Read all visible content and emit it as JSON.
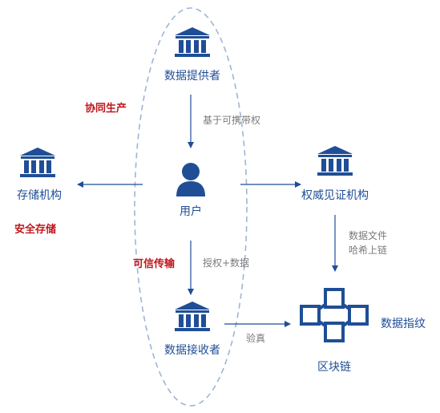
{
  "nodes": {
    "provider": "数据提供者",
    "user": "用户",
    "receiver": "数据接收者",
    "storage": "存储机构",
    "authority": "权威见证机构",
    "blockchain": "区块链"
  },
  "edges": {
    "portable_rights": "基于可携带权",
    "auth_data": "授权+数据",
    "verify": "验真",
    "hash_line1": "数据文件",
    "hash_line2": "哈希上链"
  },
  "highlights": {
    "collab": "协同生产",
    "secure_storage": "安全存储",
    "trusted_transfer": "可信传输"
  },
  "fingerprint": "数据指纹",
  "colors": {
    "primary": "#1f4e96",
    "highlight": "#c0161c",
    "edge_text": "#7a7a7a",
    "ellipse": "#9fb4d6"
  }
}
